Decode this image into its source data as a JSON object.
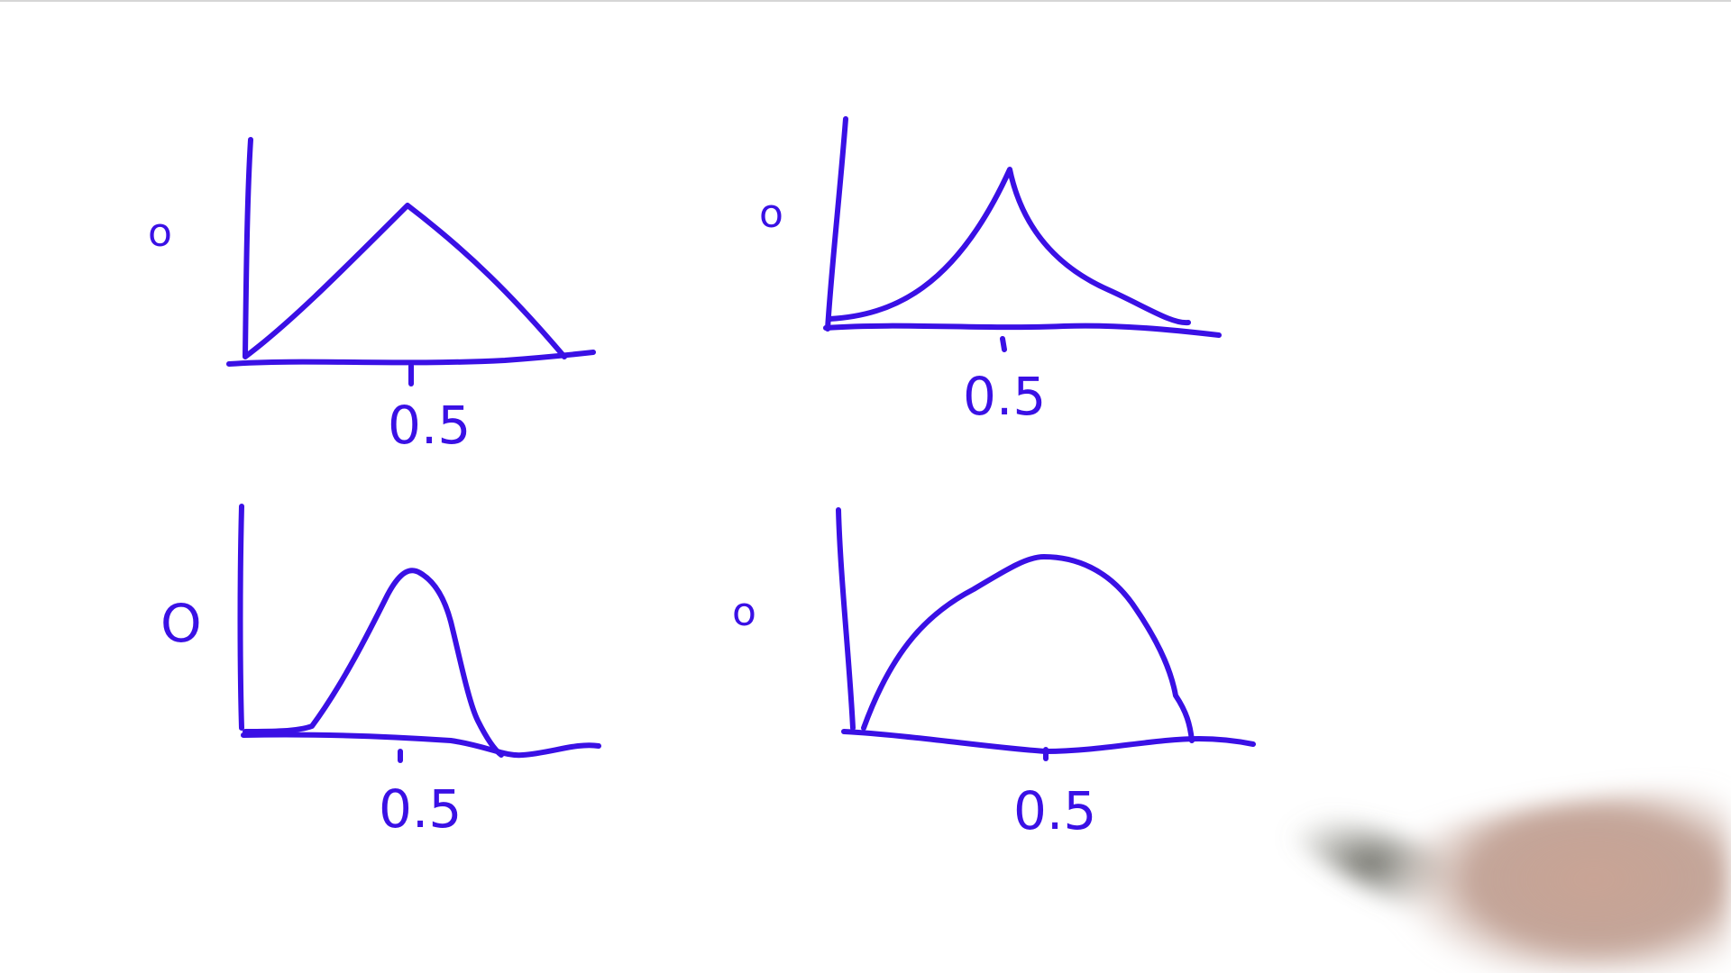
{
  "ink_color": "#3a10e5",
  "sketches": [
    {
      "name": "sketch-triangle",
      "tick_label": "0.5",
      "answer_mark": "o"
    },
    {
      "name": "sketch-cusp",
      "tick_label": "0.5",
      "answer_mark": "o"
    },
    {
      "name": "sketch-narrow-bell",
      "tick_label": "0.5",
      "answer_mark": "O"
    },
    {
      "name": "sketch-wide-dome",
      "tick_label": "0.5",
      "answer_mark": "o"
    }
  ]
}
